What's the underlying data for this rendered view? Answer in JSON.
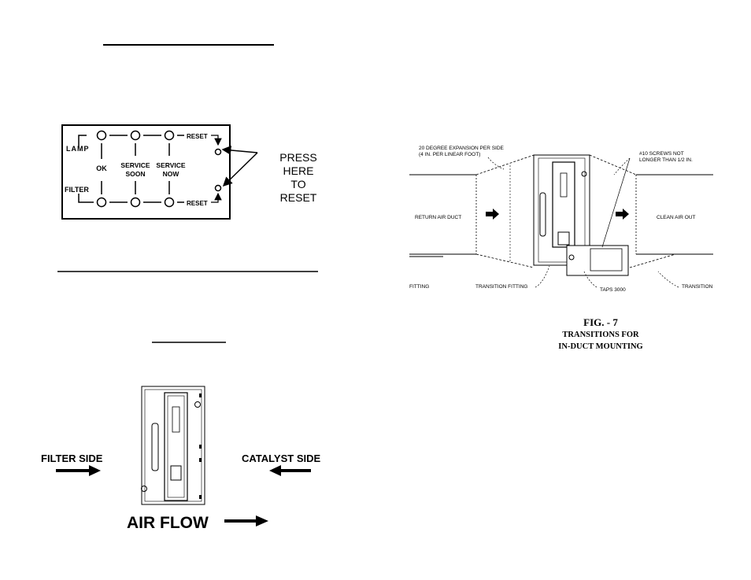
{
  "indicator_panel": {
    "lamp": "LAMP",
    "filter": "FILTER",
    "ok": "OK",
    "service_soon_1": "SERVICE",
    "service_soon_2": "SOON",
    "service_now_1": "SERVICE",
    "service_now_2": "NOW",
    "reset_top": "RESET",
    "reset_bottom": "RESET"
  },
  "press_here": [
    "PRESS",
    "HERE",
    "TO",
    "RESET"
  ],
  "figure7": {
    "expansion_1": "20 DEGREE EXPANSION PER SIDE",
    "expansion_2": "(4 IN. PER LINEAR FOOT)",
    "screws_1": "#10 SCREWS NOT",
    "screws_2": "LONGER THAN 1/2 IN.",
    "return_air": "RETURN AIR DUCT",
    "clean_air": "CLEAN AIR OUT",
    "fitting_left": "FITTING",
    "transition_fitting": "TRANSITION FITTING",
    "taps": "TAPS 3000",
    "transition_right": "TRANSITION",
    "caption_1": "FIG. - 7",
    "caption_2": "TRANSITIONS FOR",
    "caption_3": "IN-DUCT MOUNTING"
  },
  "airflow": {
    "filter_side": "FILTER SIDE",
    "catalyst_side": "CATALYST SIDE",
    "air_flow": "AIR FLOW"
  }
}
